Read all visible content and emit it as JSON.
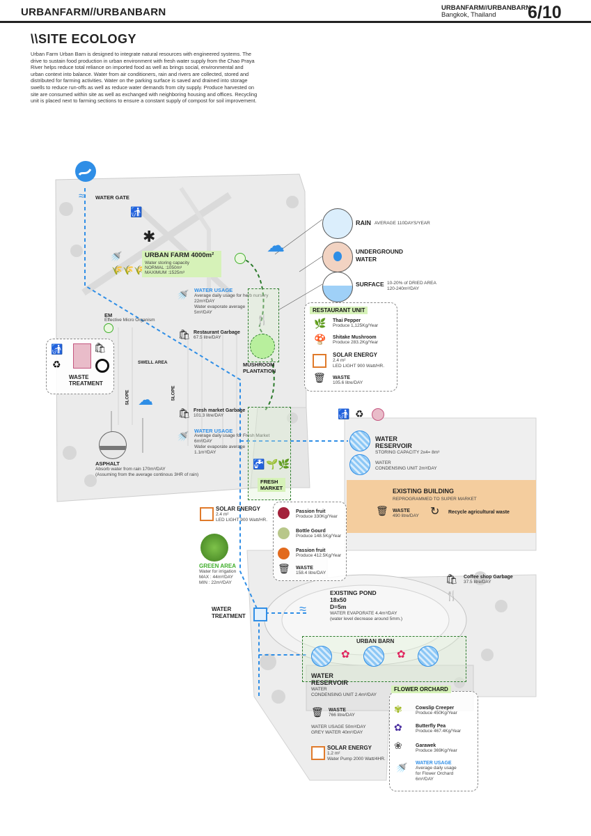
{
  "header": {
    "title": "URBANFARM//URBANBARN",
    "right_title": "URBANFARM//URBANBARN",
    "location": "Bangkok, Thailand",
    "page": "6/10"
  },
  "section": {
    "title": "\\\\SITE ECOLOGY",
    "intro": "Urban Farm Urban Barn is designed to integrate natural resources with engineered systems.  The drive to sustain food production in urban environment with fresh water supply from the Chao Praya River helps reduce total reliance on imported food as well as brings social, environmental and urban context into balance.  Water from air conditioners, rain and rivers are collected, stored and distributed for farming activities.  Water on the parking surface is saved and drained into storage swells to reduce run-offs as well as reduce water demands from city supply.  Produce harvested on site are consumed within site as well as exchanged with neighboring housing and offices.  Recycling unit is placed next to farming sections to ensure a constant supply of compost for soil improvement."
  },
  "labels": {
    "water_gate": "WATER GATE",
    "urban_farm": {
      "title": "URBAN FARM 4000m²",
      "capacity": "Water storing capacity",
      "normal": "NORMAL :1050m³",
      "maximum": "MAXIMUM :1525m³"
    },
    "water_usage_1": {
      "title": "WATER USAGE",
      "l1": "Average daily usage for herb nursery",
      "l2": "22m³/DAY",
      "l3": "Water evaporate average",
      "l4": "5m³/DAY"
    },
    "em": {
      "title": "EM",
      "sub": "Effective Micro Organism"
    },
    "restaurant_garbage": {
      "title": "Restaurant Garbage",
      "value": "67.5 litre/DAY"
    },
    "swell_area": "SWELL AREA",
    "waste_treatment": "WASTE TREATMENT",
    "slope_1": "SLOPE",
    "slope_2": "SLOPE",
    "fresh_market_garbage": {
      "title": "Fresh market Garbage",
      "value": "101.3 litre/DAY"
    },
    "water_usage_2": {
      "title": "WATER USAGE",
      "l1": "Average daily usage for Fresh Market",
      "l2": "6m³/DAY",
      "l3": "Water evaporate average",
      "l4": "1.1m³/DAY"
    },
    "asphalt": {
      "title": "ASPHALT",
      "l1": "Absorb water from rain 170m³/DAY",
      "l2": "(Assuming from the average continous 3HR of rain)"
    },
    "rain": {
      "title": "RAIN",
      "sub": "AVERAGE 110DAYS/YEAR"
    },
    "underground": {
      "l1": "UNDERGROUND",
      "l2": "WATER"
    },
    "surface": {
      "title": "SURFACE",
      "l1": "10-20% of DRIED AREA",
      "l2": "120-240m³/DAY"
    },
    "restaurant_unit": {
      "title": "RESTAURANT UNIT",
      "item1_name": "Thai Pepper",
      "item1_val": "Produce 1,125Kg/Year",
      "item2_name": "Shitake Mushroom",
      "item2_val": "Produce 283.2Kg/Year",
      "solar_title": "SOLAR ENERGY",
      "solar_l1": "2.4 m²",
      "solar_l2": "LED LIGHT 900 Watt/HR.",
      "waste_title": "WASTE",
      "waste_val": "105.6 litre/DAY"
    },
    "mushroom": {
      "l1": "MUSHROOM",
      "l2": "PLANTATION"
    },
    "water_reservoir_1": {
      "l1": "WATER",
      "l2": "RESERVOIR",
      "l3": "STORING CAPACITY 2x4= 8m³",
      "l4": "WATER",
      "l5": "CONDENSING UNIT 2m³/DAY"
    },
    "existing_building": {
      "title": "EXISTING BUILDING",
      "sub": "REPROGRAMMED TO SUPER MARKET",
      "waste_title": "WASTE",
      "waste_val": "490 litre/DAY",
      "recycle": "Recycle agricultural waste"
    },
    "fresh_market": {
      "l1": "FRESH",
      "l2": "MARKET"
    },
    "solar_2": {
      "title": "SOLAR ENERGY",
      "l1": "2.4 m²",
      "l2": "LED LIGHT 900 Watt/HR."
    },
    "market_items": {
      "i1_name": "Passion fruit",
      "i1_val": "Produce 330Kg/Year",
      "i2_name": "Bottle Gourd",
      "i2_val": "Produce 148.5Kg/Year",
      "i3_name": "Passion fruit",
      "i3_val": "Produce 412.5Kg/Year",
      "waste_title": "WASTE",
      "waste_val": "158.4 litre/DAY"
    },
    "green_area": {
      "title": "GREEN AREA",
      "l1": "Water for irrigation",
      "l2": "MAX : 44m³/DAY",
      "l3": "MIN :  22m³/DAY"
    },
    "coffee_shop": {
      "title": "Coffee shop Garbage",
      "value": "37.5 litre/DAY"
    },
    "existing_pond": {
      "l1": "EXISTING POND",
      "l2": "18x50",
      "l3": "D=5m",
      "l4": "WATER EVAPORATE 4.4m³/DAY",
      "l5": "(water level decrease around 5mm.)"
    },
    "water_treatment": {
      "l1": "WATER",
      "l2": "TREATMENT"
    },
    "urban_barn": "URBAN BARN",
    "water_reservoir_2": {
      "l1": "WATER",
      "l2": "RESERVOIR",
      "l3": "WATER",
      "l4": "CONDENSING UNIT 2.4m³/DAY"
    },
    "barn_waste": {
      "title": "WASTE",
      "value": "766 litre/DAY"
    },
    "barn_water_usage": {
      "l1": "WATER USAGE 50m³/DAY",
      "l2": "GREY WATER 40m³/DAY"
    },
    "solar_3": {
      "title": "SOLAR ENERGY",
      "l1": "1.2 m²",
      "l2": "Water Pump 2000 Watt/4HR."
    },
    "flower_orchard": {
      "title": "FLOWER ORCHARD",
      "i1_name": "Cowslip Creeper",
      "i1_val": "Produce 450Kg/Year",
      "i2_name": "Butterfly Pea",
      "i2_val": "Produce 467.4Kg/Year",
      "i3_name": "Garawek",
      "i3_val": "Produce 369Kg/Year",
      "wu_title": "WATER USAGE",
      "wu_l1": "Average daily usage",
      "wu_l2": "for Flower Orchard",
      "wu_l3": "6m³/DAY"
    }
  },
  "colors": {
    "water_blue": "#2f8ee6",
    "green_highlight": "#d6f2b8",
    "orange_building": "#f5c78f",
    "dashed_green": "#2b7a2b"
  }
}
